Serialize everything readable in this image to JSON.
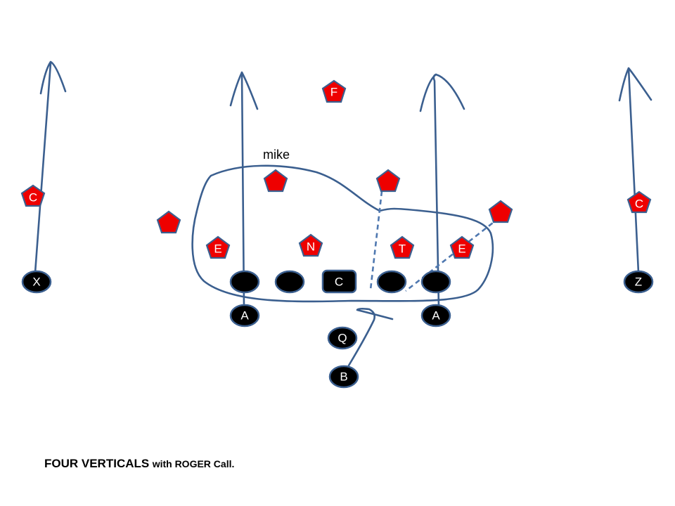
{
  "diagram": {
    "type": "football-play",
    "caption": {
      "title": "FOUR VERTICALS",
      "subtitle": "with ROGER Call."
    },
    "annotations": {
      "mike": "mike"
    },
    "offense": {
      "X": "X",
      "Z": "Z",
      "A_left": "A",
      "A_right": "A",
      "C": "C",
      "Q": "Q",
      "B": "B"
    },
    "defense": {
      "F": "F",
      "C_left": "C",
      "C_right": "C",
      "E_left": "E",
      "N": "N",
      "T": "T",
      "E_right": "E"
    },
    "colors": {
      "defender_fill": "#ee0000",
      "route_stroke": "#3b5f8f",
      "offense_fill": "#000000"
    }
  }
}
